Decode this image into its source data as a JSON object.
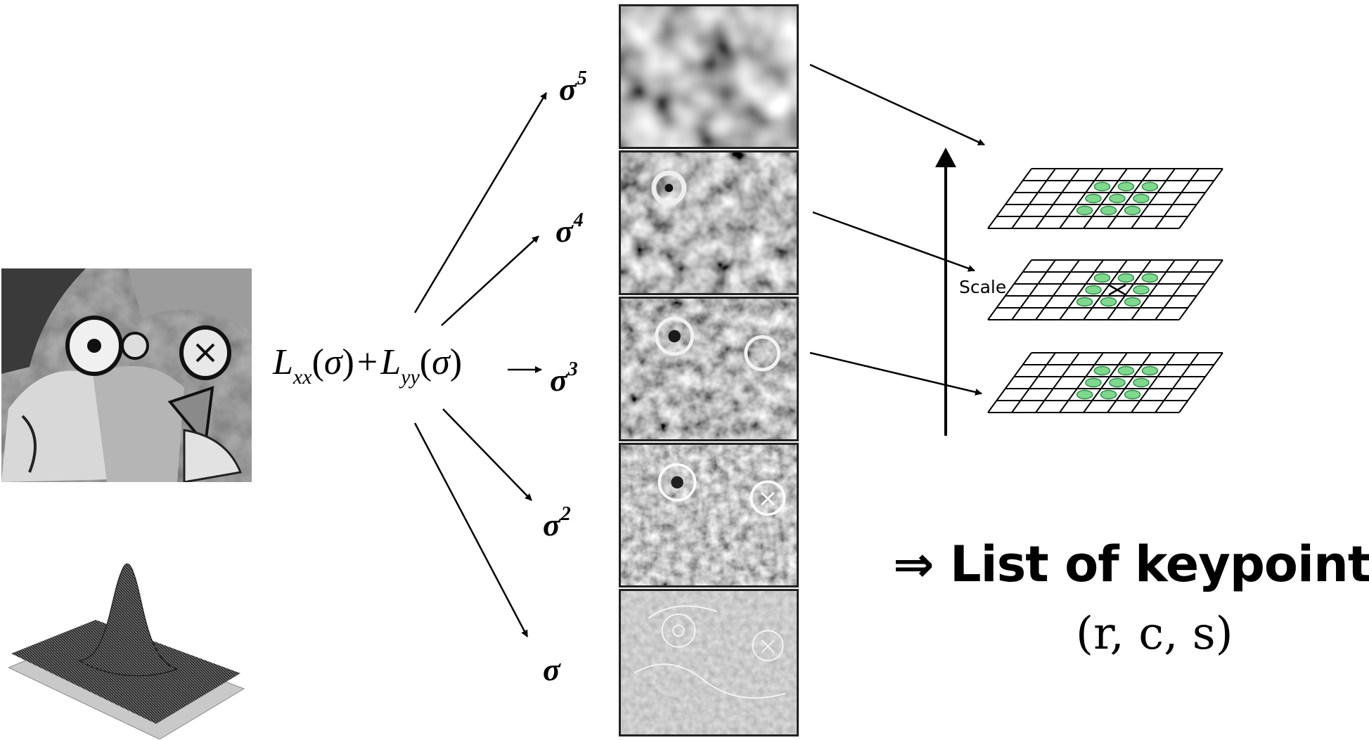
{
  "formula": {
    "L": "L",
    "sub_xx": "xx",
    "sigma": "σ",
    "plus": "+",
    "sub_yy": "yy",
    "lp": "(",
    "rp": ")"
  },
  "sigma_labels": {
    "base": "σ",
    "exp5": "5",
    "exp4": "4",
    "exp3": "3",
    "exp2": "2"
  },
  "scale_label": "Scale",
  "keypoints": {
    "arrow": "⇒",
    "title": "List of keypoints",
    "tuple": "(r, c, s)"
  },
  "colors": {
    "keypoint_fill": "#7ed98e",
    "keypoint_stroke": "#2e8b46",
    "grid": "#000000"
  }
}
